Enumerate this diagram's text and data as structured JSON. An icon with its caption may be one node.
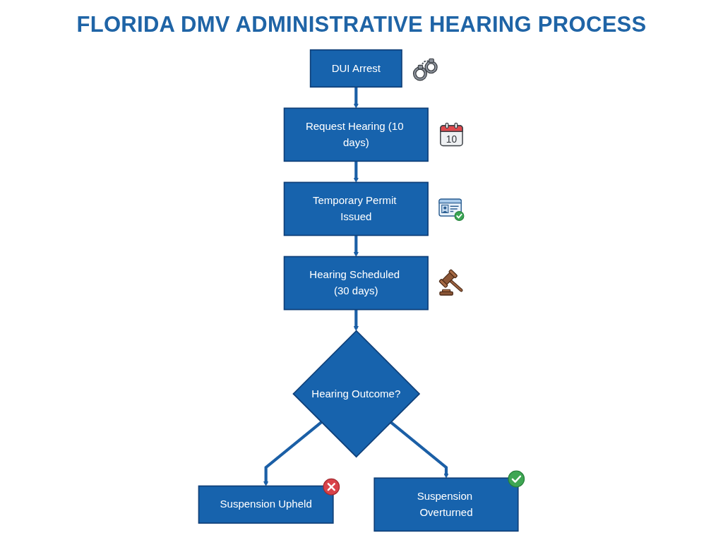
{
  "diagram": {
    "title": "FLORIDA DMV ADMINISTRATIVE HEARING PROCESS",
    "nodes": [
      {
        "text": [
          "DUI Arrest"
        ]
      },
      {
        "text": [
          "Request Hearing (10 days)"
        ]
      },
      {
        "text": [
          "Temporary Permit Issued"
        ]
      },
      {
        "text": [
          "Hearing Scheduled (30 days)"
        ]
      },
      {
        "text": [
          "Suspension Upheld"
        ]
      },
      {
        "text": [
          "Hearing Outcome?"
        ]
      },
      {
        "text": [
          "Suspension Overturned"
        ]
      }
    ],
    "edges": [
      {
        "from": 0,
        "to": 1,
        "arrow": "to"
      },
      {
        "from": 1,
        "to": 2,
        "arrow": "to"
      },
      {
        "from": 2,
        "to": 3,
        "arrow": "to"
      },
      {
        "from": 3,
        "to": 5,
        "arrow": "to"
      },
      {
        "from": 5,
        "to": 4,
        "arrow": "to"
      },
      {
        "from": 5,
        "to": 6,
        "arrow": "to"
      }
    ],
    "labels": [
      "10"
    ]
  }
}
